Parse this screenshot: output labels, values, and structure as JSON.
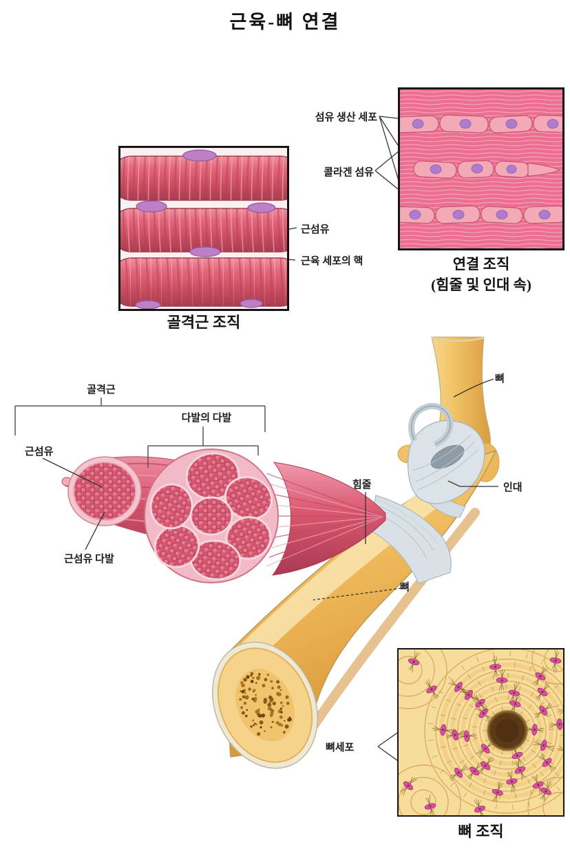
{
  "title": "근육-뼈 연결",
  "panels": {
    "skeletal_muscle_tissue": {
      "caption": "골격근 조직",
      "labels": {
        "muscle_fiber": "근섬유",
        "muscle_cell_nucleus": "근육 세포의 핵"
      }
    },
    "connective_tissue": {
      "caption_line1": "연결 조직",
      "caption_line2": "(힘줄 및 인대 속)",
      "labels": {
        "fiber_producing_cell": "섬유 생산 세포",
        "collagen_fiber": "콜라겐 섬유"
      }
    },
    "bone_tissue": {
      "caption": "뼈 조직",
      "labels": {
        "bone_cell": "뼈세포"
      }
    }
  },
  "anatomy_labels": {
    "skeletal_muscle": "골격근",
    "bundle_of_bundles": "다발의 다발",
    "muscle_fiber": "근섬유",
    "muscle_fiber_bundle": "근섬유 다발",
    "tendon": "힘줄",
    "ligament": "인대",
    "bone_upper": "뼈",
    "bone_lower": "뼈"
  },
  "colors": {
    "muscle_red": "#d5536c",
    "muscle_light": "#f0a3b3",
    "bone_yellow": "#efb95d",
    "tendon_gray": "#d9e1e6",
    "connective_pink": "#ec6e90",
    "bone_tissue_cream": "#f7dd9b",
    "bone_cell_magenta": "#dd4f9e",
    "nucleus_purple": "#bd7fc6",
    "line_dark": "#333333"
  }
}
